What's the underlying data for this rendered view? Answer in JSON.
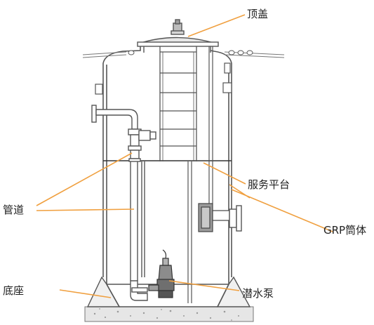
{
  "labels": {
    "top_cover": "顶盖",
    "service_platform": "服务平台",
    "pipeline": "管道",
    "grp_shell": "GRP筒体",
    "base": "底座",
    "submersible_pump": "潜水泵"
  },
  "colors": {
    "leader": "#f0a040",
    "line": "#555555",
    "base_fill": "#e4e4e4"
  }
}
